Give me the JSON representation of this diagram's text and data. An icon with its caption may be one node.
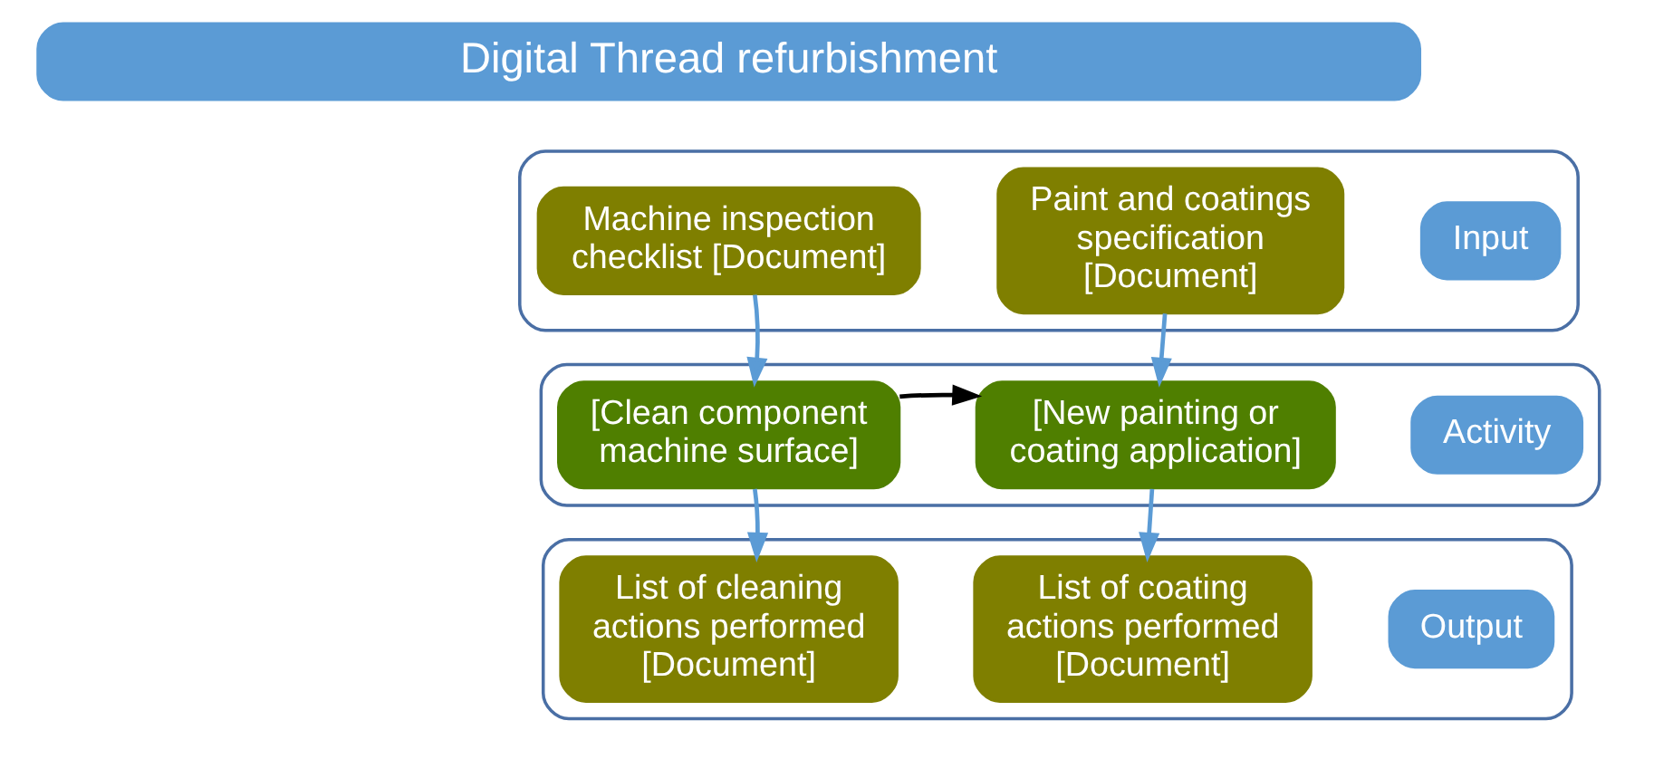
{
  "diagram": {
    "nodes": [
      {
        "text": [
          "Digital Thread refurbishment"
        ]
      },
      {
        "text": [],
        "shape": "box"
      },
      {
        "text": [
          "Machine inspection checklist [Document]"
        ],
        "in": 1
      },
      {
        "text": [
          "Paint and coatings specification [Document]"
        ],
        "in": 1
      },
      {
        "text": [
          "Input"
        ],
        "in": 1
      },
      {
        "text": [],
        "shape": "box"
      },
      {
        "text": [
          "[Clean component machine surface]"
        ],
        "in": 5
      },
      {
        "text": [
          "[New painting or coating application]"
        ],
        "in": 5
      },
      {
        "text": [
          "Activity"
        ],
        "in": 5
      },
      {
        "text": [],
        "shape": "box"
      },
      {
        "text": [
          "List of cleaning actions performed [Document]"
        ],
        "in": 9
      },
      {
        "text": [
          "List of coating actions performed [Document]"
        ],
        "in": 9
      },
      {
        "text": [
          "Output"
        ],
        "in": 9
      }
    ],
    "edges": [
      {
        "from": 2,
        "to": 6,
        "arrow": "to"
      },
      {
        "from": 3,
        "to": 7,
        "arrow": "to"
      },
      {
        "from": 6,
        "to": 7,
        "arrow": "to",
        "color": "#000000"
      },
      {
        "from": 6,
        "to": 10,
        "arrow": "to"
      },
      {
        "from": 7,
        "to": 11,
        "arrow": "to"
      }
    ]
  }
}
